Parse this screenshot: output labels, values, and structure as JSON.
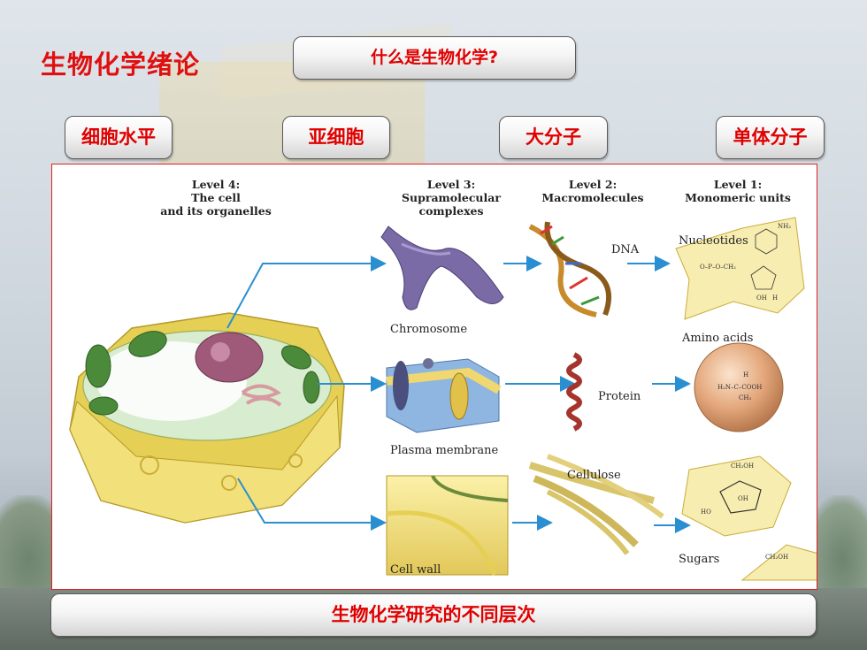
{
  "title": "生物化学绪论",
  "question_button": "什么是生物化学?",
  "level_buttons": [
    "细胞水平",
    "亚细胞",
    "大分子",
    "单体分子"
  ],
  "caption_button": "生物化学研究的不同层次",
  "diagram": {
    "columns": [
      {
        "line1": "Level 4:",
        "line2": "The cell",
        "line3": "and its organelles"
      },
      {
        "line1": "Level 3:",
        "line2": "Supramolecular",
        "line3": "complexes"
      },
      {
        "line1": "Level 2:",
        "line2": "Macromolecules",
        "line3": ""
      },
      {
        "line1": "Level 1:",
        "line2": "Monomeric units",
        "line3": ""
      }
    ],
    "labels": {
      "chromosome": "Chromosome",
      "plasma_membrane": "Plasma membrane",
      "cell_wall": "Cell wall",
      "dna": "DNA",
      "protein": "Protein",
      "cellulose": "Cellulose",
      "nucleotides": "Nucleotides",
      "amino_acids": "Amino acids",
      "sugars": "Sugars"
    },
    "chem_labels": {
      "amino_acid_formula": "H₂N–C–COOH",
      "amino_h": "H",
      "amino_ch3": "CH₃",
      "nucleotide_nh2": "NH₂",
      "nucleotide_phosphate": "O–P–O–CH₂",
      "sugar_ch2oh": "CH₂OH",
      "oh": "OH",
      "h": "H",
      "ho": "HO"
    }
  },
  "colors": {
    "title_red": "#e01010",
    "arrow_blue": "#2a8fd0",
    "panel_border": "#e02020"
  }
}
